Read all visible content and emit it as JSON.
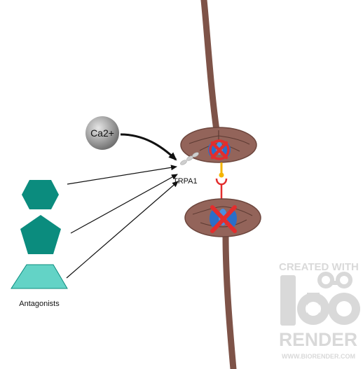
{
  "labels": {
    "ion": "Ca2+",
    "channel": "TRPA1",
    "antagonists": "Antagonists"
  },
  "watermark": {
    "line1": "CREATED WITH",
    "logo_text": "bio",
    "line2": "RENDER",
    "url": "WWW.BIORENDER.COM"
  },
  "colors": {
    "axon": "#8a5a4e",
    "antagonist_dark": "#0b8c7e",
    "antagonist_light": "#63d3c6",
    "block_x": "#e32d2d",
    "channel_blue": "#2a6fc9",
    "ion_gray": "#8f8f8f",
    "watermark": "#d7d7d7"
  },
  "icons": [
    "hexagon",
    "pentagon",
    "trapezoid",
    "calcium-sphere",
    "block-x",
    "axon"
  ]
}
